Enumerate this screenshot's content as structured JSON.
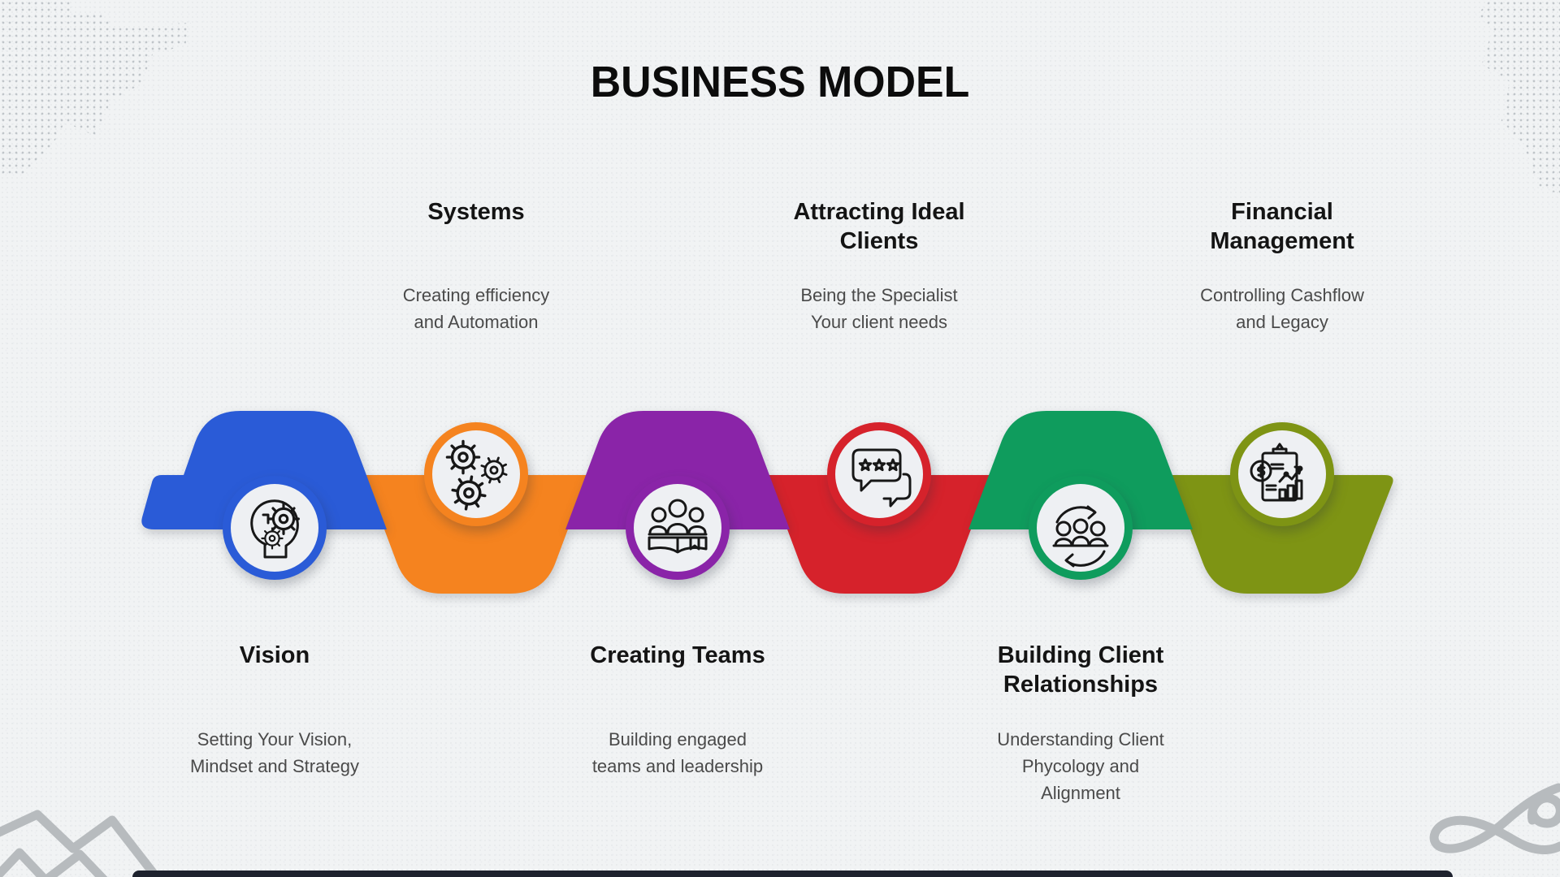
{
  "page": {
    "title": "BUSINESS MODEL",
    "background_color": "#f1f3f4",
    "text_color_title": "#141414",
    "text_color_desc": "#4a4a4a"
  },
  "items": [
    {
      "title": "Vision",
      "description": "Setting Your Vision,\nMindset and Strategy",
      "color": "#2a5bd7",
      "position": "bottom",
      "icon": "head-gears-icon"
    },
    {
      "title": "Systems",
      "description": "Creating efficiency\nand Automation",
      "color": "#f5831f",
      "position": "top",
      "icon": "gears-icon"
    },
    {
      "title": "Creating Teams",
      "description": "Building engaged\nteams and leadership",
      "color": "#8a24a8",
      "position": "bottom",
      "icon": "team-book-icon"
    },
    {
      "title": "Attracting Ideal\nClients",
      "description": "Being the Specialist\nYour client needs",
      "color": "#d6222b",
      "position": "top",
      "icon": "chat-stars-icon"
    },
    {
      "title": "Building Client\nRelationships",
      "description": "Understanding Client\nPhycology and\nAlignment",
      "color": "#0f9c5d",
      "position": "bottom",
      "icon": "people-sync-icon"
    },
    {
      "title": "Financial\nManagement",
      "description": "Controlling Cashflow\nand Legacy",
      "color": "#7e9414",
      "position": "top",
      "icon": "finance-chart-icon"
    }
  ],
  "decorations": {
    "top_left": "dotted-world-map-fragment",
    "top_right": "dotted-world-map-fragment",
    "bottom_left": "gray-zigzag-lines",
    "bottom_right": "gray-swirl-line",
    "bottom_bar_color": "#1e222e",
    "dot_color": "#99a1a8",
    "line_color": "#b7bbbe"
  }
}
